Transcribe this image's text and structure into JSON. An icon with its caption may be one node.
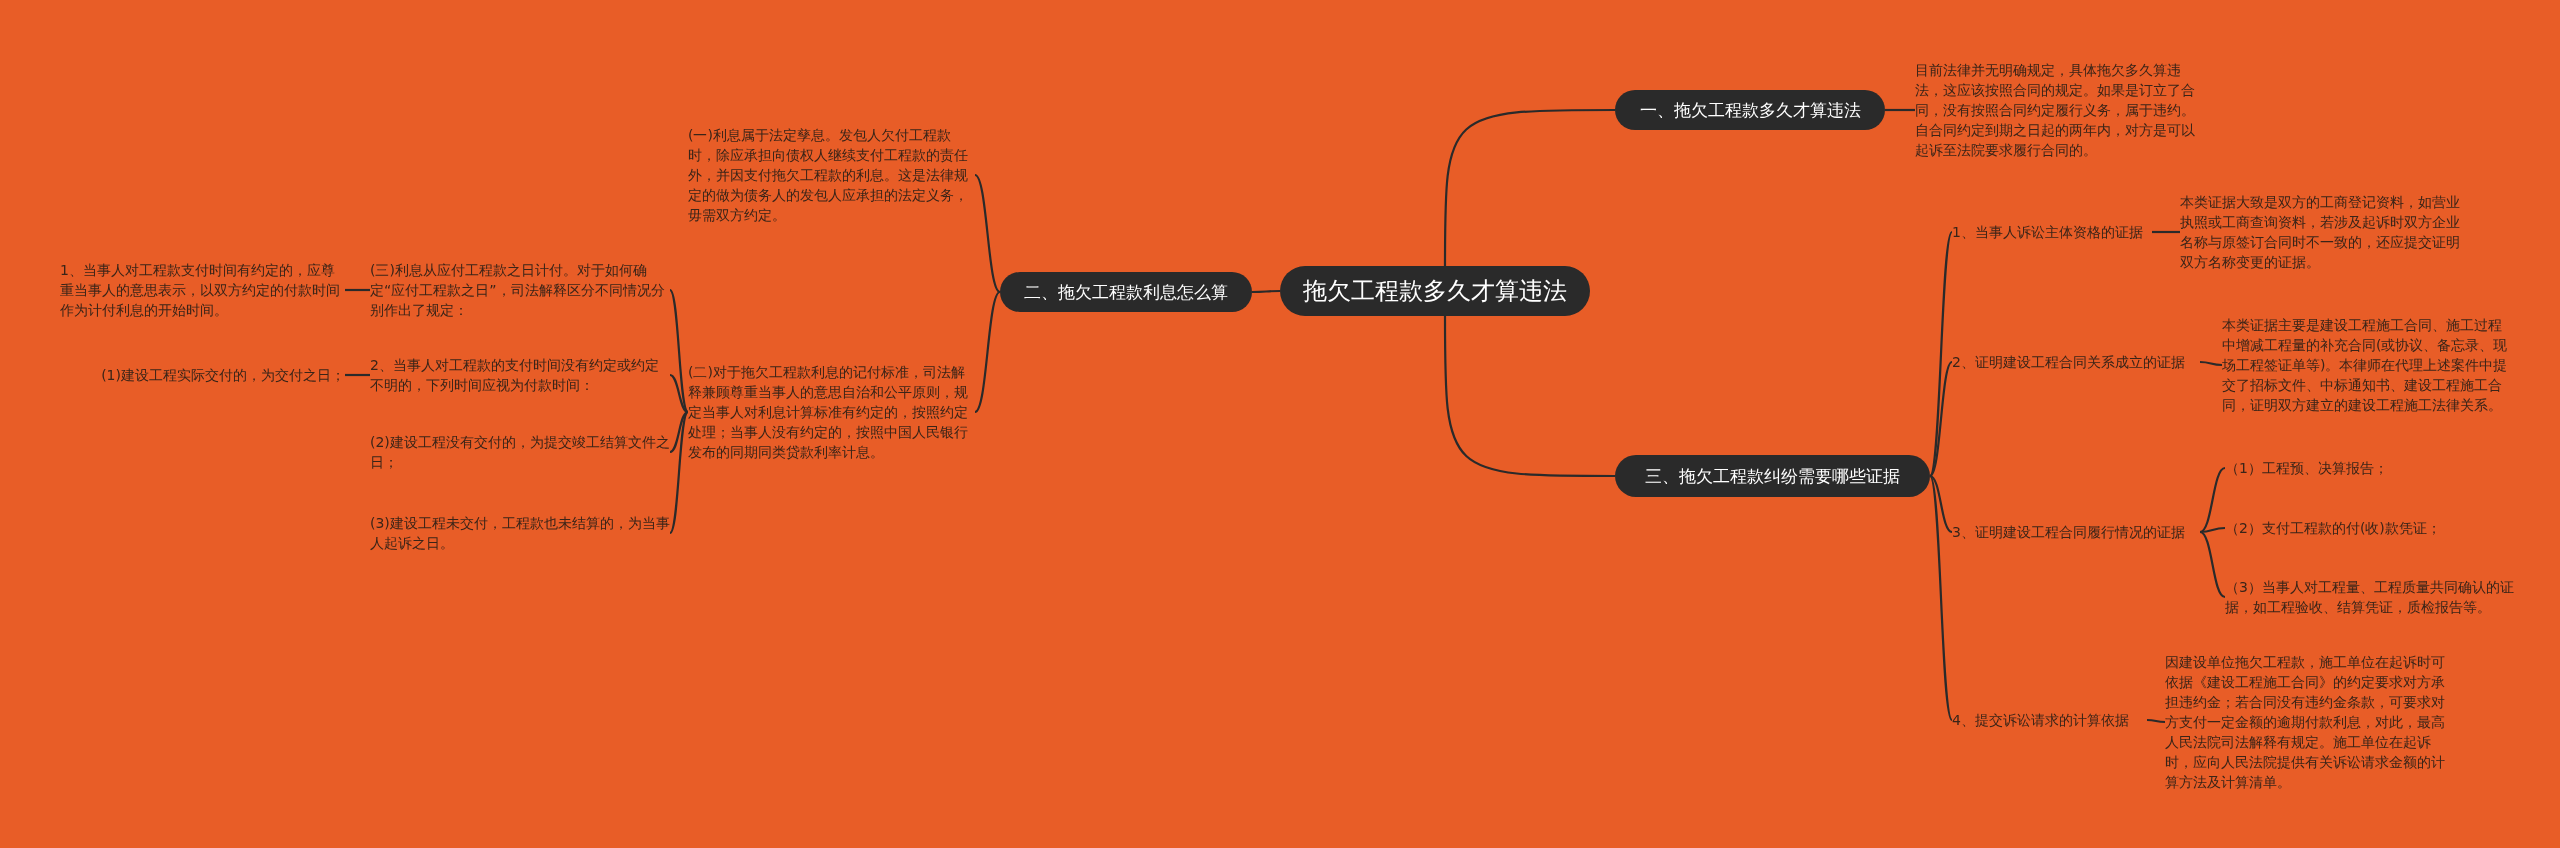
{
  "diagram": {
    "nodes": [
      {
        "text": [
          "拖欠工程款多久才算违法"
        ]
      },
      {
        "text": [
          "一、拖欠工程款多久才算违法"
        ]
      },
      {
        "text": [
          "目前法律并无明确规定，具体拖欠多久算违法，这应该按照合同的规定。如果是订立了合同，没有按照合同约定履行义务，属于违约。自合同约定到期之日起的两年内，对方是可以起诉至法院要求履行合同的。"
        ]
      },
      {
        "text": [
          "二、拖欠工程款利息怎么算"
        ]
      },
      {
        "text": [
          "(一)利息属于法定孳息。发包人欠付工程款时，除应承担向债权人继续支付工程款的责任外，并因支付拖欠工程款的利息。这是法律规定的做为债务人的发包人应承担的法定义务，毋需双方约定。"
        ]
      },
      {
        "text": [
          "(二)对于拖欠工程款利息的记付标准，司法解释兼顾尊重当事人的意思自治和公平原则，规定当事人对利息计算标准有约定的，按照约定处理；当事人没有约定的，按照中国人民银行发布的同期同类贷款利率计息。"
        ]
      },
      {
        "text": [
          "(三)利息从应付工程款之日计付。对于如何确定“应付工程款之日”，司法解释区分不同情况分别作出了规定："
        ]
      },
      {
        "text": [
          "1、当事人对工程款支付时间有约定的，应尊重当事人的意思表示，以双方约定的付款时间作为计付利息的开始时间。"
        ]
      },
      {
        "text": [
          "2、当事人对工程款的支付时间没有约定或约定不明的，下列时间应视为付款时间："
        ]
      },
      {
        "text": [
          "(1)建设工程实际交付的，为交付之日；"
        ]
      },
      {
        "text": [
          "(2)建设工程没有交付的，为提交竣工结算文件之日；"
        ]
      },
      {
        "text": [
          "(3)建设工程未交付，工程款也未结算的，为当事人起诉之日。"
        ]
      },
      {
        "text": [
          "三、拖欠工程款纠纷需要哪些证据"
        ]
      },
      {
        "text": [
          "1、当事人诉讼主体资格的证据"
        ]
      },
      {
        "text": [
          "本类证据大致是双方的工商登记资料，如营业执照或工商查询资料，若涉及起诉时双方企业名称与原签订合同时不一致的，还应提交证明双方名称变更的证据。"
        ]
      },
      {
        "text": [
          "2、证明建设工程合同关系成立的证据"
        ]
      },
      {
        "text": [
          "本类证据主要是建设工程施工合同、施工过程中增减工程量的补充合同(或协议、备忘录、现场工程签证单等)。本律师在代理上述案件中提交了招标文件、中标通知书、建设工程施工合同，证明双方建立的建设工程施工法律关系。"
        ]
      },
      {
        "text": [
          "3、证明建设工程合同履行情况的证据"
        ]
      },
      {
        "text": [
          "（1）工程预、决算报告；"
        ]
      },
      {
        "text": [
          "（2）支付工程款的付(收)款凭证；"
        ]
      },
      {
        "text": [
          "（3）当事人对工程量、工程质量共同确认的证据，如工程验收、结算凭证，质检报告等。"
        ]
      },
      {
        "text": [
          "4、提交诉讼请求的计算依据"
        ]
      },
      {
        "text": [
          "因建设单位拖欠工程款，施工单位在起诉时可依据《建设工程施工合同》的约定要求对方承担违约金；若合同没有违约金条款，可要求对方支付一定金额的逾期付款利息，对此，最高人民法院司法解释有规定。施工单位在起诉时，应向人民法院提供有关诉讼请求金额的计算方法及计算清单。"
        ]
      }
    ],
    "edges": [
      {
        "from": 0,
        "to": 1,
        "arrow": "none"
      },
      {
        "from": 0,
        "to": 3,
        "arrow": "none"
      },
      {
        "from": 0,
        "to": 12,
        "arrow": "none"
      },
      {
        "from": 1,
        "to": 2,
        "arrow": "none"
      },
      {
        "from": 3,
        "to": 4,
        "arrow": "none"
      },
      {
        "from": 3,
        "to": 5,
        "arrow": "none"
      },
      {
        "from": 5,
        "to": 6,
        "arrow": "none"
      },
      {
        "from": 5,
        "to": 8,
        "arrow": "none"
      },
      {
        "from": 5,
        "to": 10,
        "arrow": "none"
      },
      {
        "from": 5,
        "to": 11,
        "arrow": "none"
      },
      {
        "from": 6,
        "to": 7,
        "arrow": "none"
      },
      {
        "from": 8,
        "to": 9,
        "arrow": "none"
      },
      {
        "from": 12,
        "to": 13,
        "arrow": "none"
      },
      {
        "from": 12,
        "to": 15,
        "arrow": "none"
      },
      {
        "from": 12,
        "to": 17,
        "arrow": "none"
      },
      {
        "from": 12,
        "to": 21,
        "arrow": "none"
      },
      {
        "from": 13,
        "to": 14,
        "arrow": "none"
      },
      {
        "from": 15,
        "to": 16,
        "arrow": "none"
      },
      {
        "from": 17,
        "to": 18,
        "arrow": "none"
      },
      {
        "from": 17,
        "to": 19,
        "arrow": "none"
      },
      {
        "from": 17,
        "to": 20,
        "arrow": "none"
      },
      {
        "from": 21,
        "to": 22,
        "arrow": "none"
      }
    ]
  }
}
